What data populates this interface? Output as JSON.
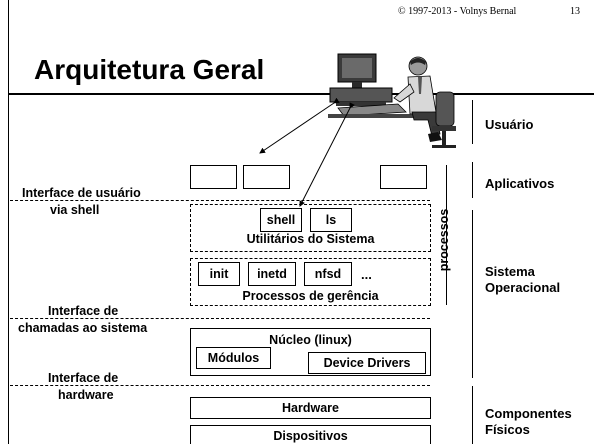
{
  "header": {
    "copyright": "© 1997-2013 - Volnys Bernal",
    "page_number": "13",
    "title": "Arquitetura Geral"
  },
  "left_labels": {
    "user_interface_line1": "Interface de usuário",
    "user_interface_line2": "via shell",
    "syscall_interface_line1": "Interface de",
    "syscall_interface_line2": "chamadas ao sistema",
    "hardware_interface_line1": "Interface de",
    "hardware_interface_line2": "hardware"
  },
  "center": {
    "shell": "shell",
    "ls": "ls",
    "utilities_label": "Utilitários do Sistema",
    "init": "init",
    "inetd": "inetd",
    "nfsd": "nfsd",
    "ellipsis": "...",
    "management_label": "Processos de gerência",
    "kernel_label": "Núcleo (linux)",
    "modules": "Módulos",
    "device_drivers": "Device Drivers",
    "hardware": "Hardware",
    "devices": "Dispositivos",
    "processes_label": "processos"
  },
  "right_labels": {
    "user": "Usuário",
    "applications": "Aplicativos",
    "os_line1": "Sistema",
    "os_line2": "Operacional",
    "physical_line1": "Componentes",
    "physical_line2": "Físicos"
  },
  "icons": {
    "user_at_computer": "person-at-computer-icon"
  }
}
